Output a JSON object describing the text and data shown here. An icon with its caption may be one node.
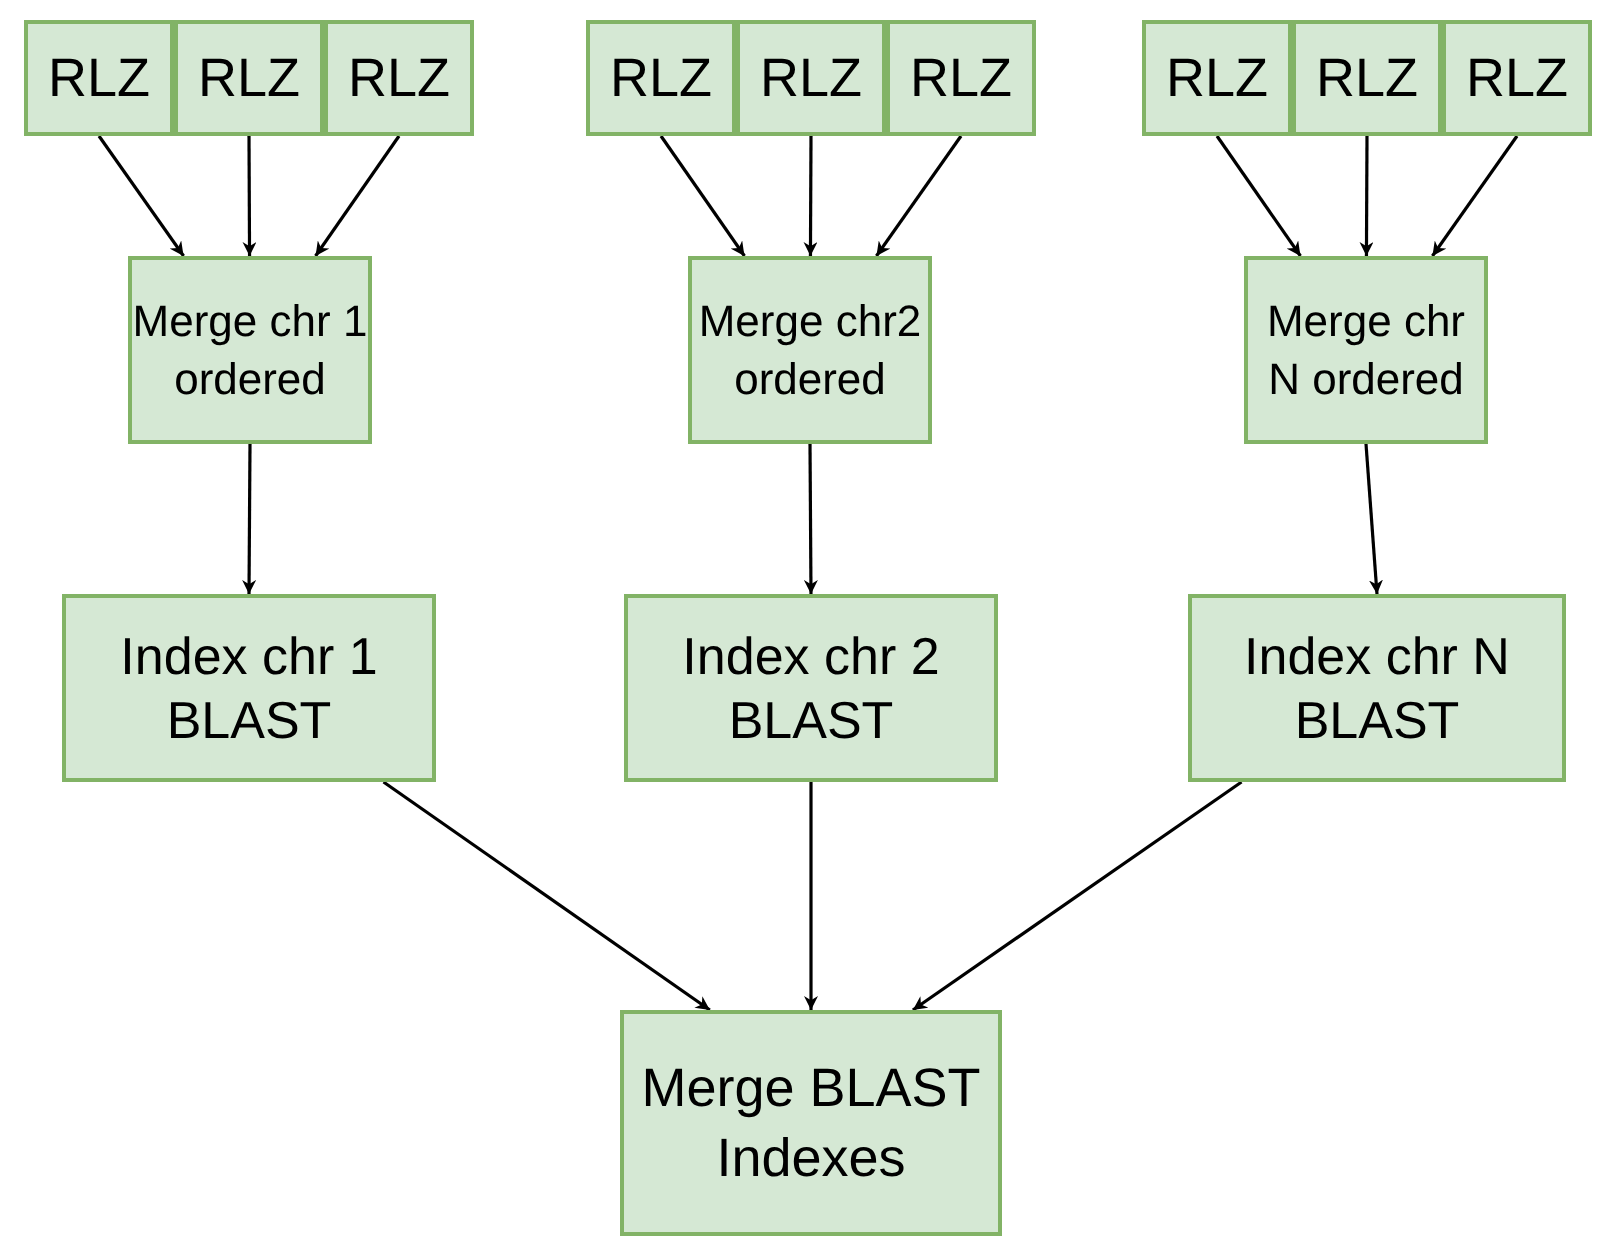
{
  "diagram": {
    "nodes": [
      {
        "text": [
          "RLZ"
        ]
      },
      {
        "text": [
          "RLZ"
        ]
      },
      {
        "text": [
          "RLZ"
        ]
      },
      {
        "text": [
          "RLZ"
        ]
      },
      {
        "text": [
          "RLZ"
        ]
      },
      {
        "text": [
          "RLZ"
        ]
      },
      {
        "text": [
          "RLZ"
        ]
      },
      {
        "text": [
          "RLZ"
        ]
      },
      {
        "text": [
          "RLZ"
        ]
      },
      {
        "text": [
          "Merge chr 1 ordered"
        ]
      },
      {
        "text": [
          "Merge chr2 ordered"
        ]
      },
      {
        "text": [
          "Merge chr N ordered"
        ]
      },
      {
        "text": [
          "Index chr 1 BLAST"
        ]
      },
      {
        "text": [
          "Index chr 2 BLAST"
        ]
      },
      {
        "text": [
          "Index chr N BLAST"
        ]
      },
      {
        "text": [
          "Merge BLAST Indexes"
        ]
      }
    ],
    "edges": [
      {
        "from": 0,
        "to": 9,
        "arrow": "to"
      },
      {
        "from": 1,
        "to": 9,
        "arrow": "to"
      },
      {
        "from": 2,
        "to": 9,
        "arrow": "to"
      },
      {
        "from": 3,
        "to": 10,
        "arrow": "to"
      },
      {
        "from": 4,
        "to": 10,
        "arrow": "to"
      },
      {
        "from": 5,
        "to": 10,
        "arrow": "to"
      },
      {
        "from": 6,
        "to": 11,
        "arrow": "to"
      },
      {
        "from": 7,
        "to": 11,
        "arrow": "to"
      },
      {
        "from": 8,
        "to": 11,
        "arrow": "to"
      },
      {
        "from": 9,
        "to": 12,
        "arrow": "to"
      },
      {
        "from": 10,
        "to": 13,
        "arrow": "to"
      },
      {
        "from": 11,
        "to": 14,
        "arrow": "to"
      },
      {
        "from": 12,
        "to": 15,
        "arrow": "to"
      },
      {
        "from": 13,
        "to": 15,
        "arrow": "to"
      },
      {
        "from": 14,
        "to": 15,
        "arrow": "to"
      }
    ]
  }
}
